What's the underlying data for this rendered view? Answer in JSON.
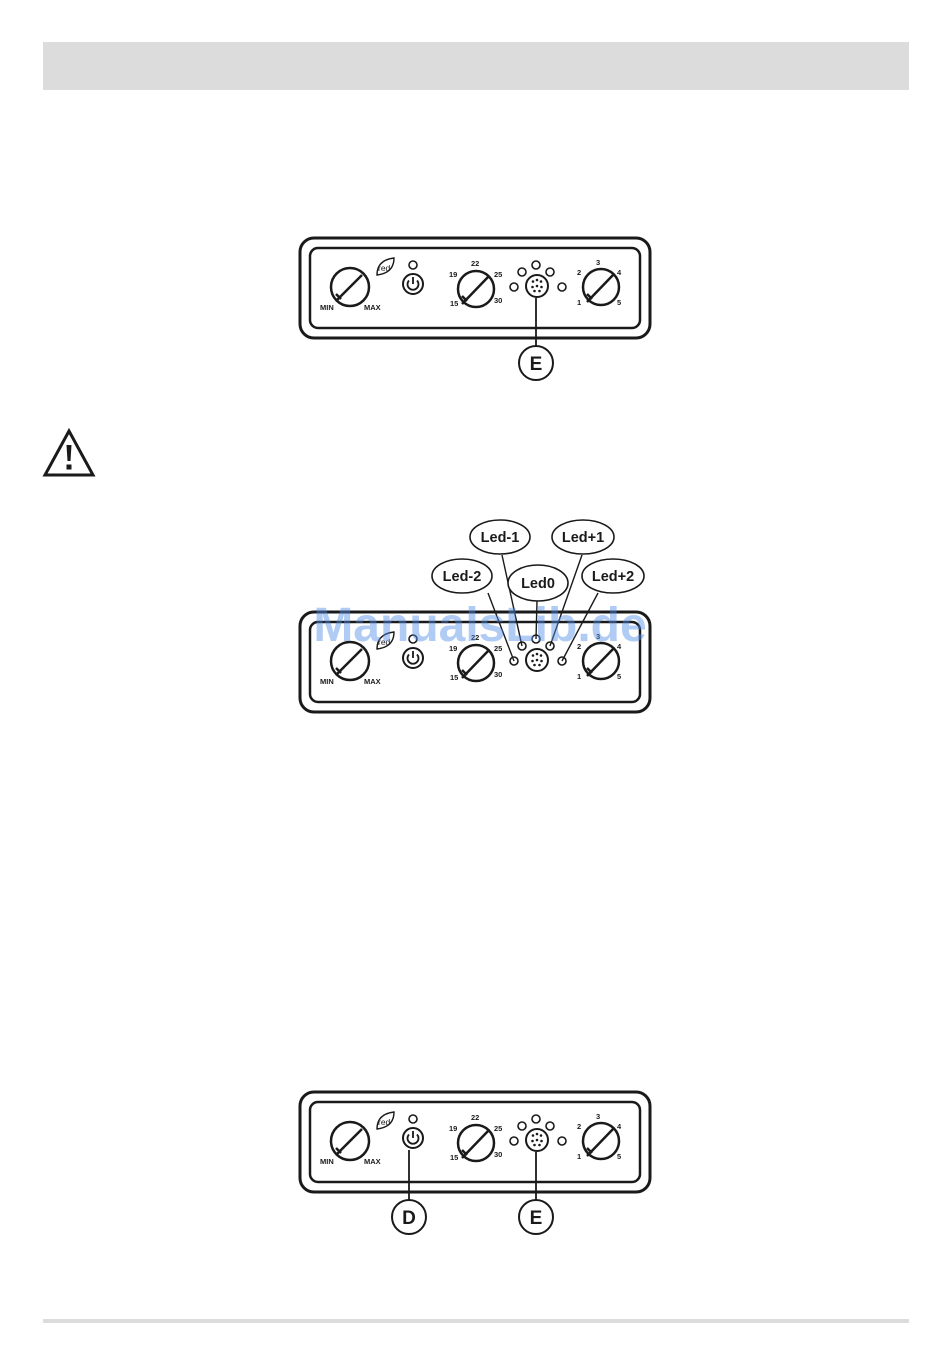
{
  "panel": {
    "knob1_min": "MIN",
    "knob1_max": "MAX",
    "eco_label": "red",
    "temp_labels": [
      "15",
      "19",
      "22",
      "25",
      "30"
    ],
    "speed_labels": [
      "1",
      "2",
      "3",
      "4",
      "5"
    ]
  },
  "callouts": {
    "fig1": "E",
    "fig3_d": "D",
    "fig3_e": "E"
  },
  "leds": {
    "minus2": "Led-2",
    "minus1": "Led-1",
    "zero": "Led0",
    "plus1": "Led+1",
    "plus2": "Led+2"
  },
  "watermark": "ManualsLib.de",
  "icons": [
    "warning-icon",
    "power-icon",
    "fan-icon"
  ]
}
